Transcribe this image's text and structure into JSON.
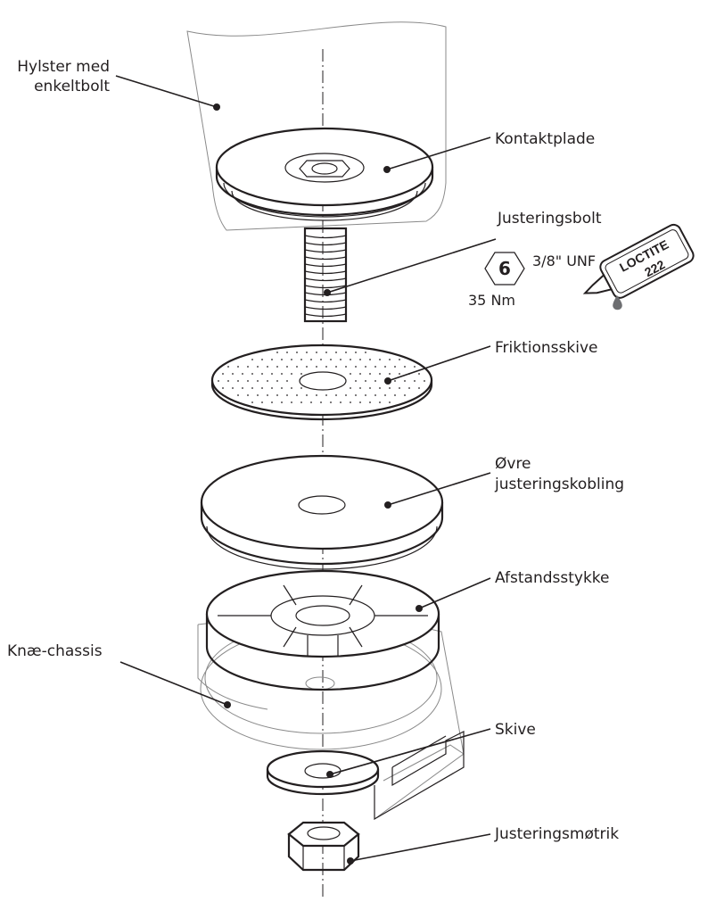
{
  "labels": {
    "housing": [
      "Hylster med",
      "enkeltbolt"
    ],
    "contact_plate": "Kontaktplade",
    "adjustment_bolt": "Justeringsbolt",
    "friction_washer": "Friktionsskive",
    "upper_coupling": [
      "Øvre",
      "justeringskobling"
    ],
    "spacer": "Afstandsstykke",
    "knee_chassis": "Knæ-chassis",
    "washer": "Skive",
    "adjustment_nut": "Justeringsmøtrik"
  },
  "bolt_spec": {
    "hex_size": "6",
    "torque": "35 Nm",
    "thread": "3/8\" UNF"
  },
  "loctite": {
    "brand": "LOCTITE",
    "grade": "222"
  },
  "colors": {
    "ink": "#231f20",
    "faint": "#8a8a8a",
    "drop": "#6d6e71"
  }
}
